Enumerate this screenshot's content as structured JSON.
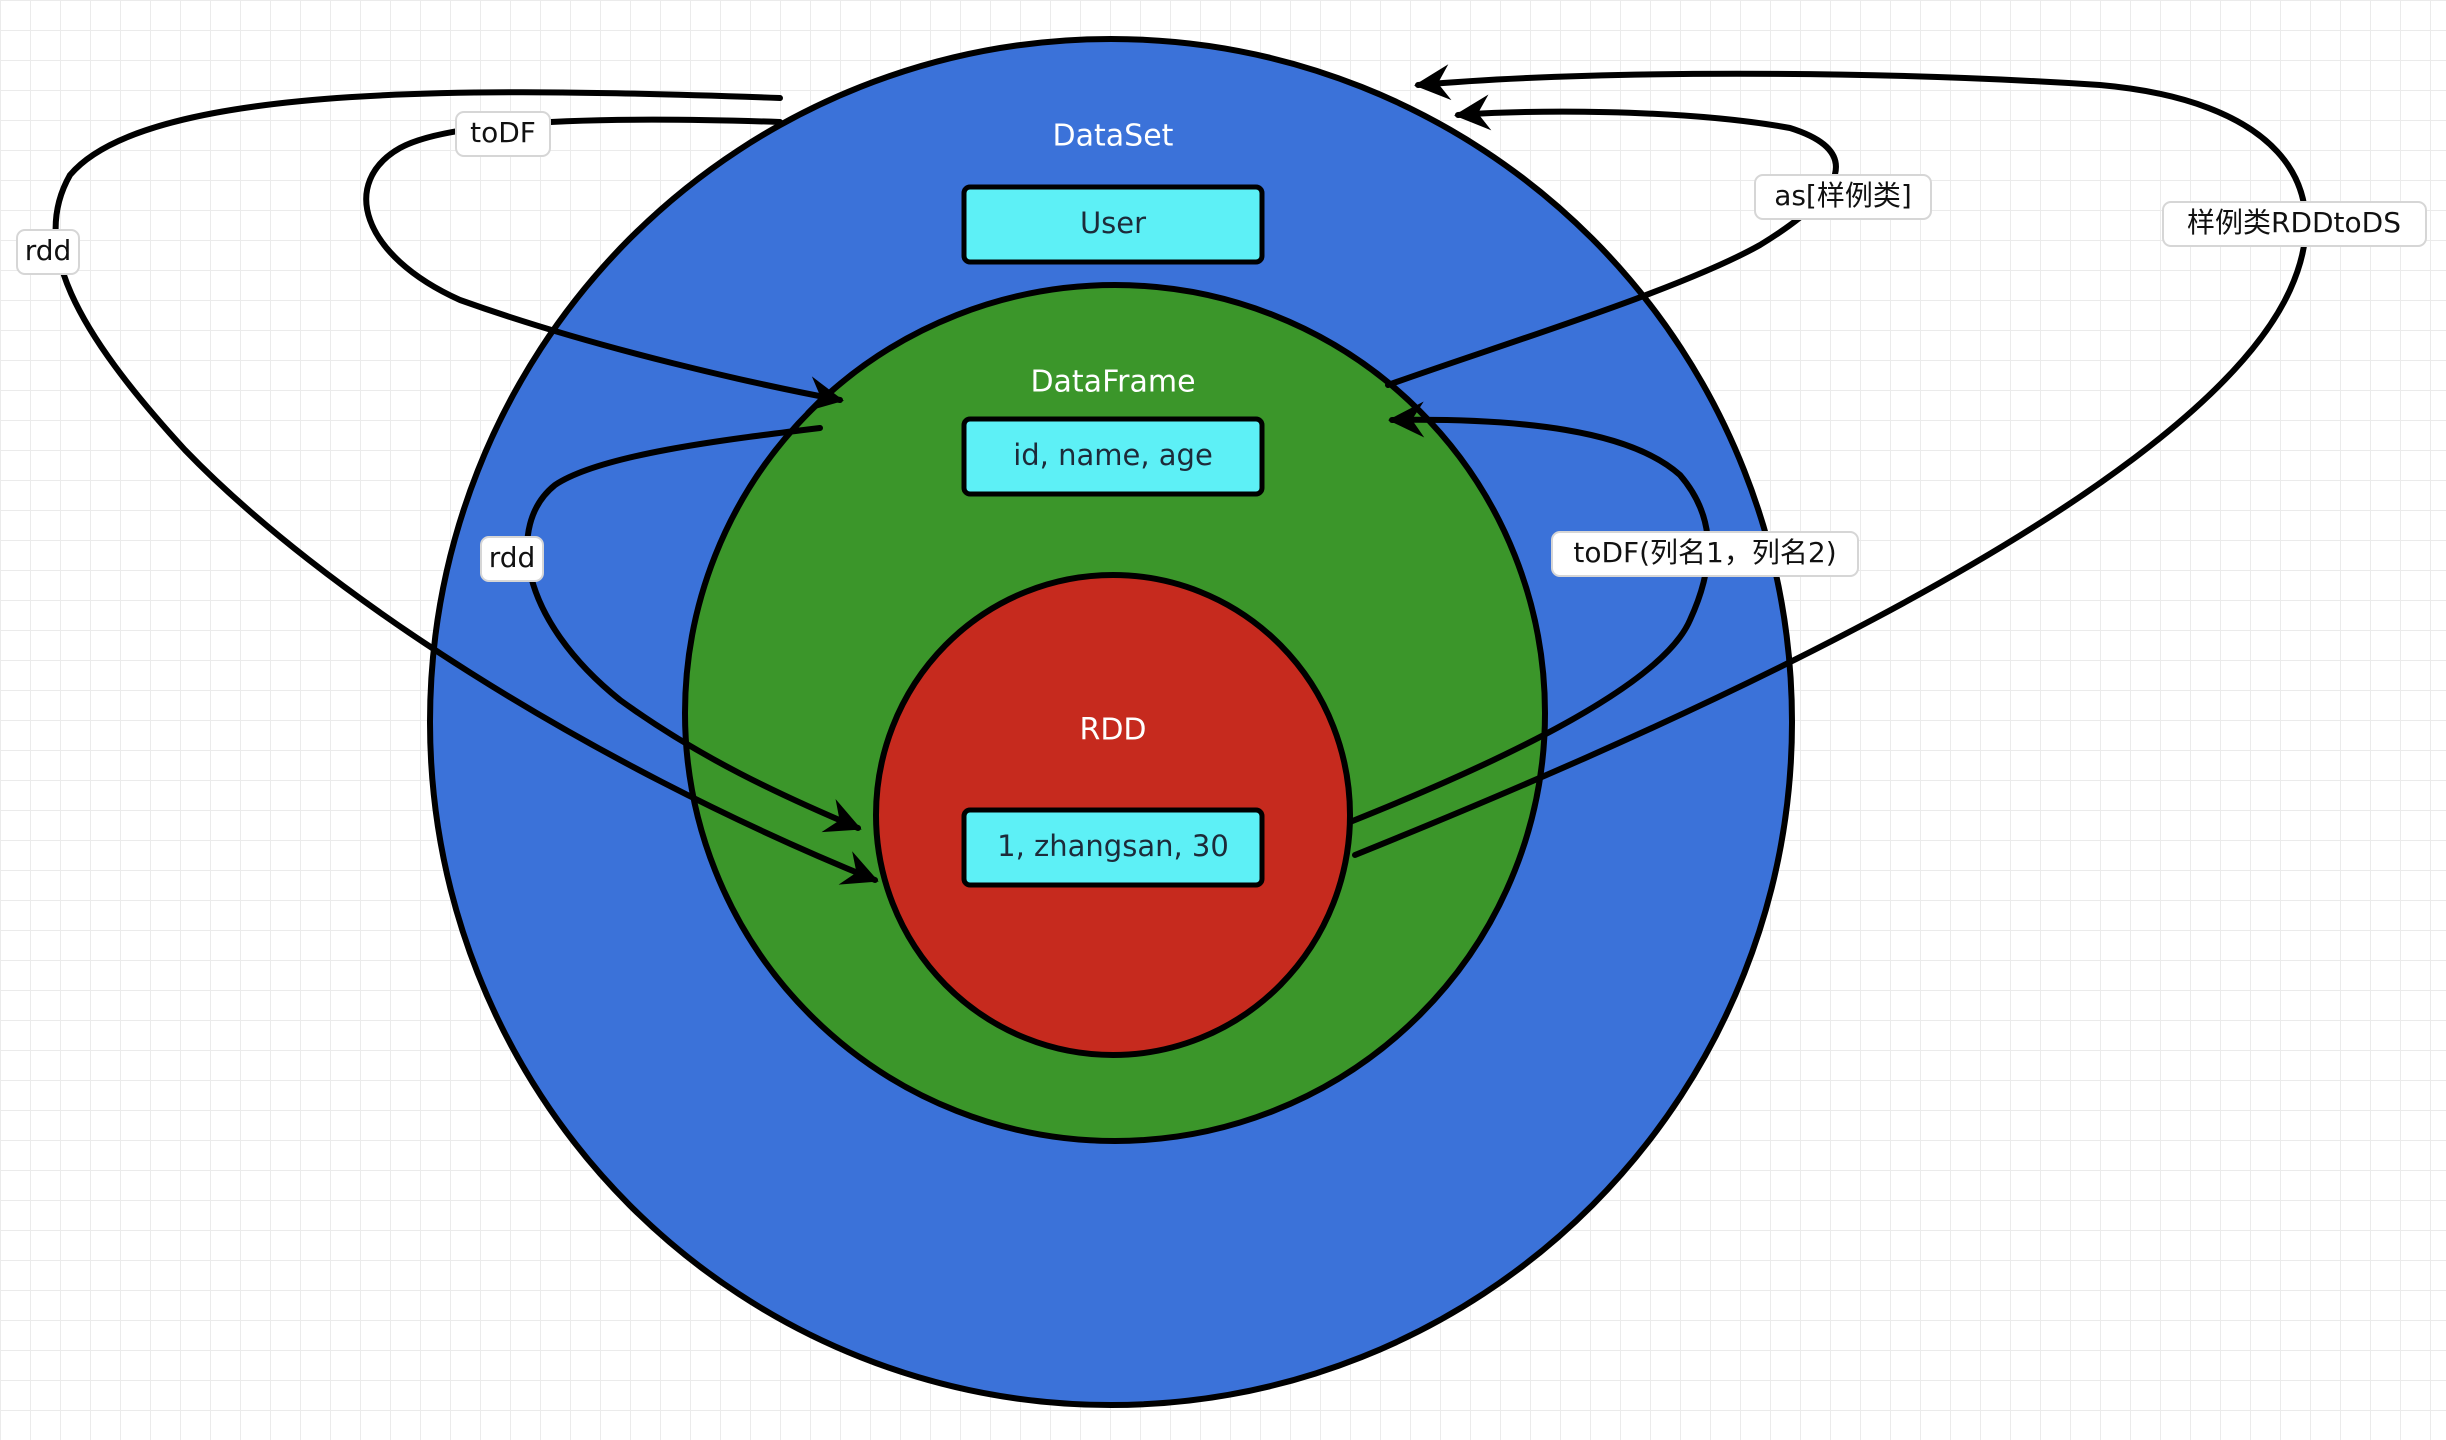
{
  "rings": {
    "dataset": {
      "title": "DataSet",
      "box": "User",
      "color": "#3b72d9"
    },
    "dataframe": {
      "title": "DataFrame",
      "box": "id, name, age",
      "color": "#3b962a"
    },
    "rdd": {
      "title": "RDD",
      "box": "1, zhangsan, 30",
      "color": "#c62a1e"
    }
  },
  "box_color": "#5df0f6",
  "edges": {
    "rdd_outer": "rdd",
    "todf_top": "toDF",
    "rdd_inner": "rdd",
    "as_class": "as[样例类]",
    "rdd_to_ds": "样例类RDDtoDS",
    "todf_cols": "toDF(列名1，列名2)"
  }
}
